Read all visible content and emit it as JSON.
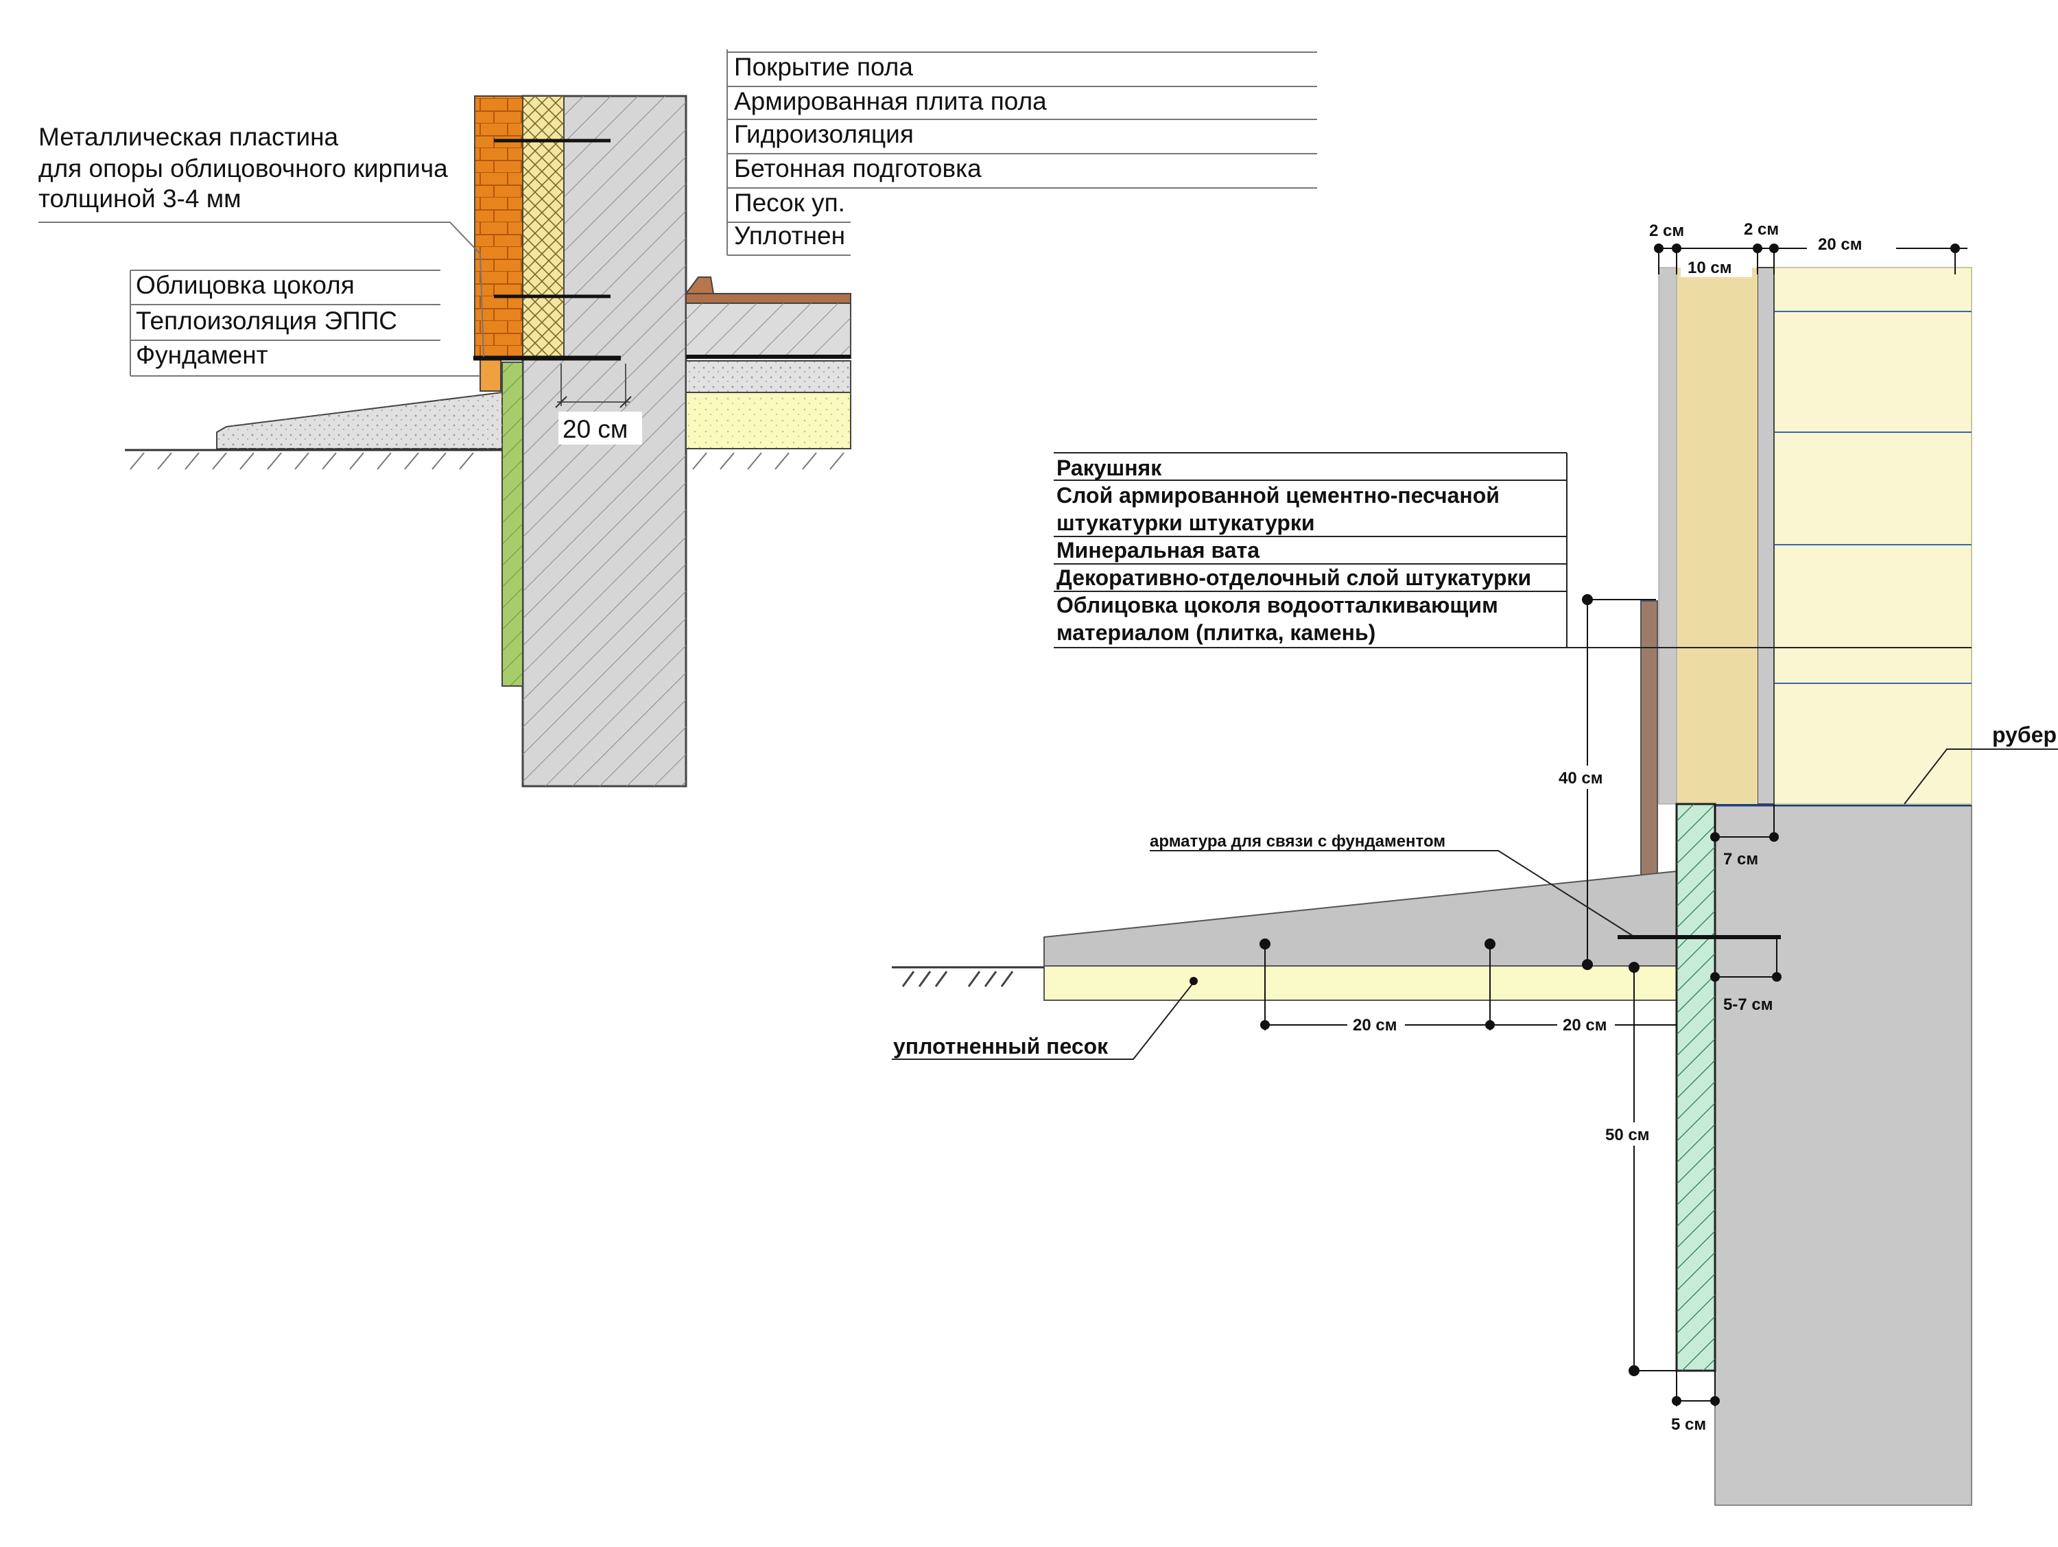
{
  "left_detail": {
    "floor_layers": [
      "Покрытие пола",
      "Армированная плита пола",
      "Гидроизоляция",
      "Бетонная подготовка",
      "Песок уп.",
      "Уплотнен"
    ],
    "plate_note": [
      "Металлическая пластина",
      "для опоры облицовочного кирпича",
      "толщиной 3-4 мм"
    ],
    "plinth_layers": [
      "Облицовка цоколя",
      "Теплоизоляция ЭППС",
      "Фундамент"
    ],
    "dim_20": "20 см"
  },
  "right_detail": {
    "wall_layers": [
      "Ракушняк",
      "Слой армированной цементно-песчаной",
      "штукатурки штукатурки",
      "Минеральная вата",
      "Декоративно-отделочный слой штукатурки",
      "Облицовка цоколя водоотталкивающим",
      "материалом (плитка, камень)"
    ],
    "dims": {
      "top_2a": "2 см",
      "top_2b": "2 см",
      "top_20": "20 см",
      "top_10": "10 см",
      "d40": "40 см",
      "d7": "7 см",
      "d57": "5-7 см",
      "d20a": "20 см",
      "d20b": "20 см",
      "d50": "50 см",
      "d5": "5 см"
    },
    "rebar_note": "арматура для связи с фундаментом",
    "sand_note": "уплотненный песок",
    "roof_felt": "рубер"
  },
  "colors": {
    "brick": "#e8841e",
    "insulation_yellow": "#f4e6a0",
    "concrete": "#c8c8c8",
    "sand": "#fafac8",
    "xps_green": "#a9cc6a",
    "aqua_hatch": "#c6ecd8",
    "shellrock": "#fbf6d2",
    "mineral_wool": "#ecdca4",
    "cladding": "#9c7c68",
    "felt": "#1a4080"
  }
}
